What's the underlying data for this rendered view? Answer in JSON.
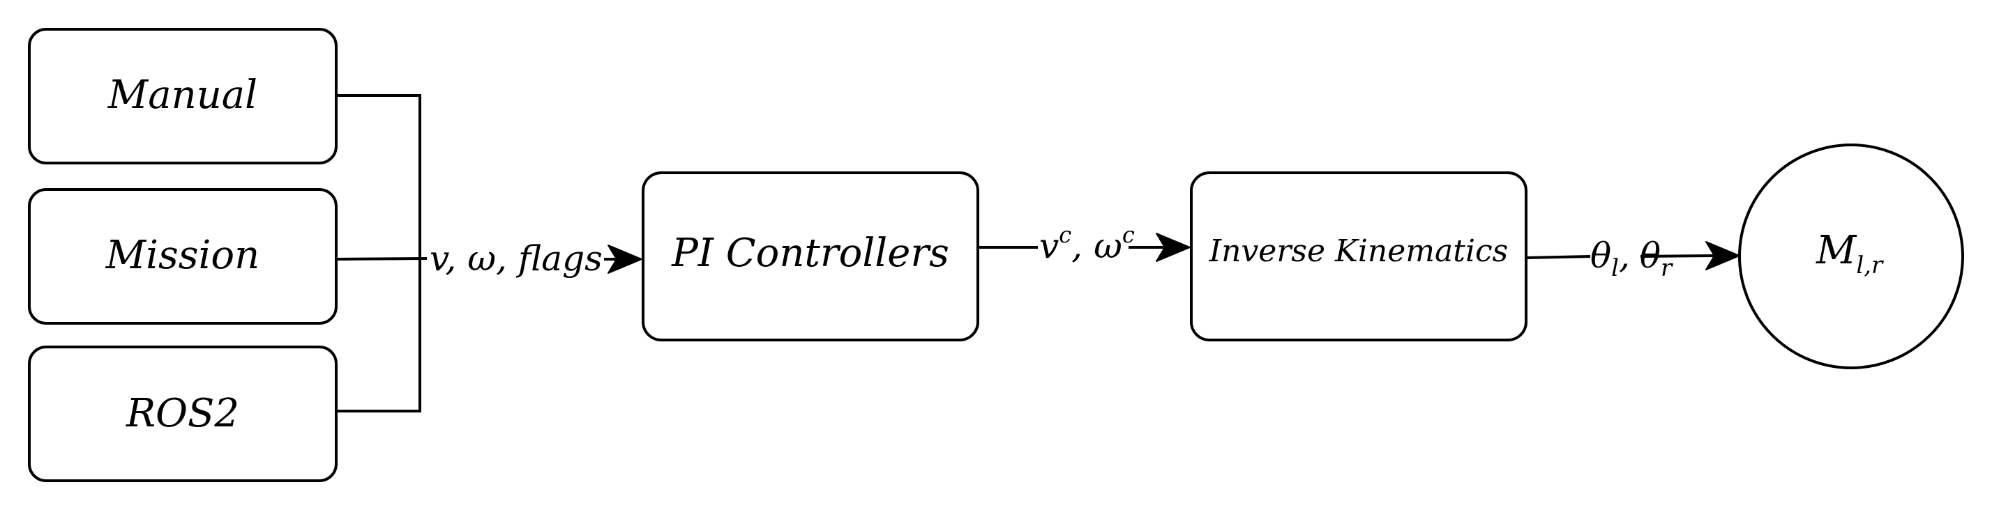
{
  "sources": [
    {
      "label": "Manual"
    },
    {
      "label": "Mission"
    },
    {
      "label": "ROS2"
    }
  ],
  "signals": {
    "merge": {
      "v": "v",
      "omega": "ω",
      "flags": "flags",
      "sep": ","
    },
    "commands": {
      "v": "v",
      "v_sup": "c",
      "omega": "ω",
      "omega_sup": "c",
      "sep": ","
    },
    "angles": {
      "theta": "θ",
      "l": "l",
      "r": "r",
      "sep": ","
    }
  },
  "blocks": {
    "pi": {
      "label": "PI Controllers"
    },
    "ik": {
      "label": "Inverse Kinematics"
    }
  },
  "motor": {
    "symbol": "M",
    "subscript": "l,r"
  }
}
